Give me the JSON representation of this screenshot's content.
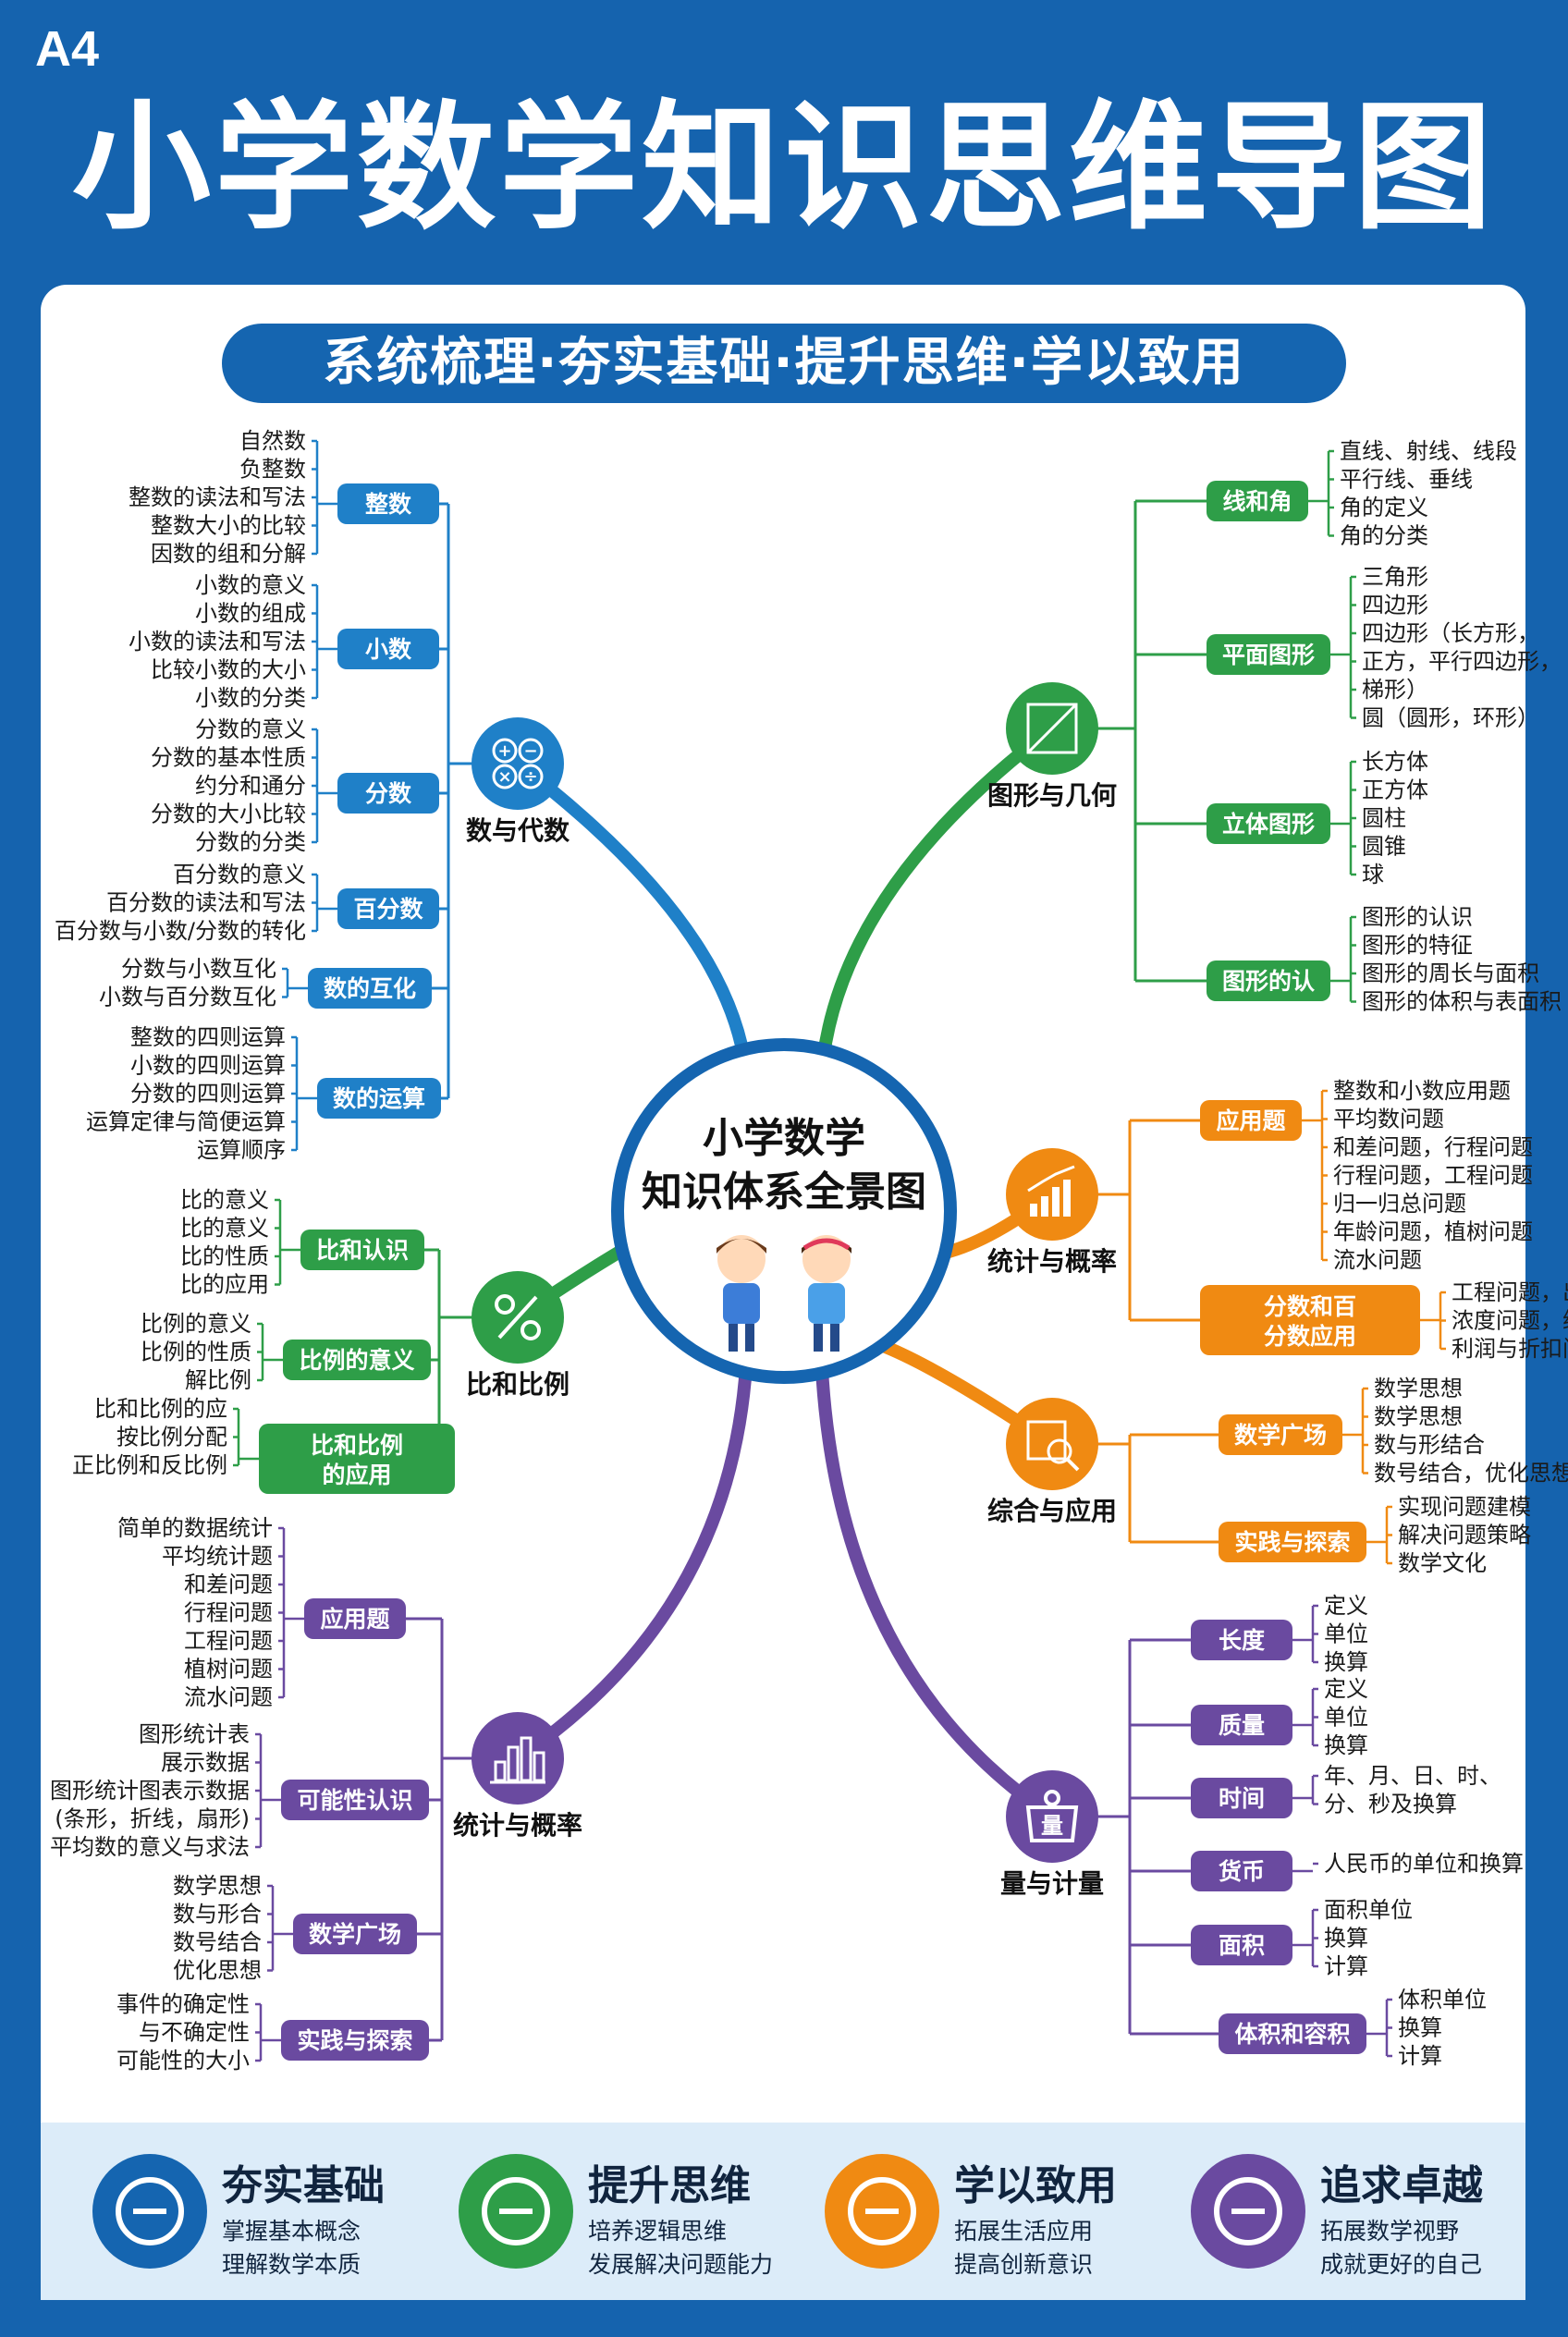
{
  "header": {
    "paper_size": "A4",
    "title": "小学数学知识思维导图"
  },
  "subtitle": "系统梳理·夯实基础·提升思维·学以致用",
  "center": {
    "line1": "小学数学",
    "line2": "知识体系全景图"
  },
  "colors": {
    "blue": "#1f80c8",
    "green": "#2e9e48",
    "orange": "#f08a12",
    "purple": "#6a4aa0",
    "navy": "#1565b0"
  },
  "branches": [
    {
      "id": "b1",
      "label": "数与代数",
      "icon": "calculator-icon",
      "color": "#1f80c8",
      "groups": [
        {
          "label": "整数",
          "items": [
            "自然数",
            "负整数",
            "整数的读法和写法",
            "整数大小的比较",
            "因数的组和分解"
          ]
        },
        {
          "label": "小数",
          "items": [
            "小数的意义",
            "小数的组成",
            "小数的读法和写法",
            "比较小数的大小",
            "小数的分类"
          ]
        },
        {
          "label": "分数",
          "items": [
            "分数的意义",
            "分数的基本性质",
            "约分和通分",
            "分数的大小比较",
            "分数的分类"
          ]
        },
        {
          "label": "百分数",
          "items": [
            "百分数的意义",
            "百分数的读法和写法",
            "百分数与小数/分数的转化"
          ]
        },
        {
          "label": "数的互化",
          "items": [
            "分数与小数互化",
            "小数与百分数互化"
          ]
        },
        {
          "label": "数的运算",
          "items": [
            "整数的四则运算",
            "小数的四则运算",
            "分数的四则运算",
            "运算定律与简便运算",
            "运算顺序"
          ]
        }
      ]
    },
    {
      "id": "b2",
      "label": "比和比例",
      "icon": "ratio-icon",
      "color": "#2e9e48",
      "groups": [
        {
          "label": "比和认识",
          "items": [
            "比的意义",
            "比的意义",
            "比的性质",
            "比的应用"
          ]
        },
        {
          "label": "比例的意义",
          "items": [
            "比例的意义",
            "比例的性质",
            "解比例"
          ]
        },
        {
          "label": "比和比例的应用",
          "items": [
            "比和比例的应",
            "按比例分配",
            "正比例和反比例"
          ]
        }
      ]
    },
    {
      "id": "b3",
      "label": "统计与概率",
      "icon": "bar-chart-icon",
      "color": "#6a4aa0",
      "groups": [
        {
          "label": "应用题",
          "items": [
            "简单的数据统计",
            "平均统计题",
            "和差问题",
            "行程问题",
            "工程问题",
            "植树问题",
            "流水问题"
          ]
        },
        {
          "label": "可能性认识",
          "items": [
            "图形统计表",
            "展示数据",
            "图形统计图表示数据",
            "(条形，折线，扇形)",
            "平均数的意义与求法"
          ]
        },
        {
          "label": "数学广场",
          "items": [
            "数学思想",
            "数与形合",
            "数号结合",
            "优化思想"
          ]
        },
        {
          "label": "实践与探索",
          "items": [
            "事件的确定性",
            "与不确定性",
            "可能性的大小"
          ]
        }
      ]
    },
    {
      "id": "b4",
      "label": "图形与几何",
      "icon": "triangle-ruler-icon",
      "color": "#2e9e48",
      "groups": [
        {
          "label": "线和角",
          "items": [
            "直线、射线、线段",
            "平行线、垂线",
            "角的定义",
            "角的分类"
          ]
        },
        {
          "label": "平面图形",
          "items": [
            "三角形",
            "四边形",
            "四边形（长方形，",
            "正方，平行四边形，",
            "梯形）",
            "圆（圆形，环形）"
          ]
        },
        {
          "label": "立体图形",
          "items": [
            "长方体",
            "正方体",
            "圆柱",
            "圆锥",
            "球"
          ]
        },
        {
          "label": "图形的认",
          "items": [
            "图形的认识",
            "图形的特征",
            "图形的周长与面积",
            "图形的体积与表面积"
          ]
        }
      ]
    },
    {
      "id": "b5",
      "label": "统计与概率",
      "icon": "growth-chart-icon",
      "color": "#f08a12",
      "groups": [
        {
          "label": "应用题",
          "items": [
            "整数和小数应用题",
            "平均数问题",
            "和差问题，行程问题",
            "行程问题，工程问题",
            "归一归总问题",
            "年龄问题，植树问题",
            "流水问题"
          ]
        },
        {
          "label": "分数和百分数应用",
          "items": [
            "工程问题，出勤率",
            "浓度问题，纳税与利息",
            "利润与折扣问题"
          ]
        }
      ]
    },
    {
      "id": "b6",
      "label": "综合与应用",
      "icon": "magnifier-chart-icon",
      "color": "#f08a12",
      "groups": [
        {
          "label": "数学广场",
          "items": [
            "数学思想",
            "数学思想",
            "数与形结合",
            "数号结合，优化思想"
          ]
        },
        {
          "label": "实践与探索",
          "items": [
            "实现问题建模",
            "解决问题策略",
            "数学文化"
          ]
        }
      ]
    },
    {
      "id": "b7",
      "label": "量与计量",
      "icon": "weight-icon",
      "icon_text": "量",
      "color": "#6a4aa0",
      "groups": [
        {
          "label": "长度",
          "items": [
            "定义",
            "单位",
            "换算"
          ]
        },
        {
          "label": "质量",
          "items": [
            "定义",
            "单位",
            "换算"
          ]
        },
        {
          "label": "时间",
          "items": [
            "年、月、日、时、",
            "分、秒及换算"
          ]
        },
        {
          "label": "货币",
          "items": [
            "人民币的单位和换算"
          ]
        },
        {
          "label": "面积",
          "items": [
            "面积单位",
            "换算",
            "计算"
          ]
        },
        {
          "label": "体积和容积",
          "items": [
            "体积单位",
            "换算",
            "计算"
          ]
        }
      ]
    }
  ],
  "footer": [
    {
      "title": "夯实基础",
      "lines": [
        "掌握基本概念",
        "理解数学本质"
      ],
      "icon": "books-icon",
      "color": "#1565b0"
    },
    {
      "title": "提升思维",
      "lines": [
        "培养逻辑思维",
        "发展解决问题能力"
      ],
      "icon": "brain-icon",
      "color": "#2e9e48"
    },
    {
      "title": "学以致用",
      "lines": [
        "拓展生活应用",
        "提高创新意识"
      ],
      "icon": "lightbulb-icon",
      "color": "#f08a12"
    },
    {
      "title": "追求卓越",
      "lines": [
        "拓展数学视野",
        "成就更好的自己"
      ],
      "icon": "trend-icon",
      "color": "#6a4aa0"
    }
  ]
}
